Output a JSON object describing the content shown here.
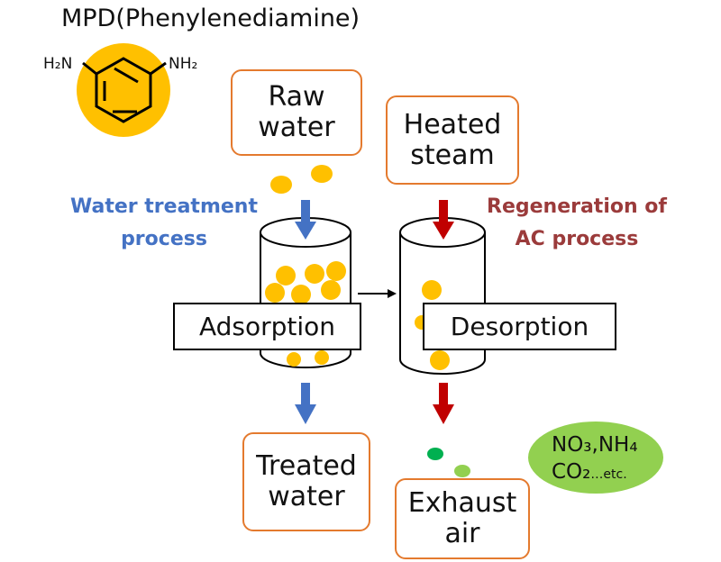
{
  "molecule": {
    "title": "MPD(Phenylenediamine)",
    "left_group": "H₂N",
    "right_group": "NH₂"
  },
  "boxes": {
    "raw_water": [
      "Raw",
      "water"
    ],
    "heated_steam": [
      "Heated",
      "steam"
    ],
    "treated_water": [
      "Treated",
      "water"
    ],
    "exhaust_air": [
      "Exhaust",
      "air"
    ],
    "adsorption": "Adsorption",
    "desorption": "Desorption"
  },
  "labels": {
    "water_treatment": [
      "Water treatment",
      "process"
    ],
    "regeneration": [
      "Regeneration of",
      "AC process"
    ]
  },
  "annotation": {
    "line1": "NO₃,NH₄",
    "line2_main": "CO₂",
    "line2_suffix": "…etc."
  },
  "colors": {
    "orange_box_border": "#e47a2e",
    "particle": "#ffc000",
    "water_arrow": "#4472c4",
    "regen_arrow": "#c00000",
    "green_blob": "#92d050",
    "green_dot": "#00b050"
  }
}
